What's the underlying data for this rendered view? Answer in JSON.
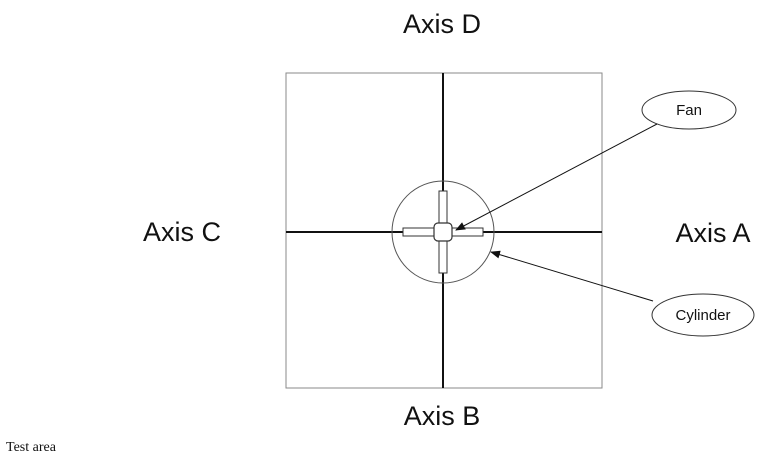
{
  "diagram": {
    "axes": {
      "top": "Axis D",
      "bottom": "Axis B",
      "left": "Axis C",
      "right": "Axis A"
    },
    "callouts": {
      "fan": "Fan",
      "cylinder": "Cylinder"
    }
  },
  "caption": "Test area"
}
